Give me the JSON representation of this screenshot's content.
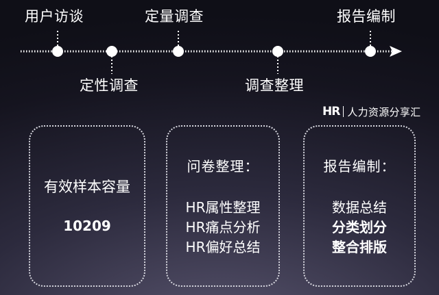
{
  "colors": {
    "line": "#ffffff",
    "node": "#ffffff",
    "border": "#d8d8e0",
    "bg": "#1c1b27"
  },
  "timeline": {
    "stages": [
      {
        "label": "用户访谈",
        "position": "above"
      },
      {
        "label": "定性调查",
        "position": "below"
      },
      {
        "label": "定量调查",
        "position": "above"
      },
      {
        "label": "调查整理",
        "position": "below"
      },
      {
        "label": "报告编制",
        "position": "above"
      }
    ]
  },
  "brand": {
    "logo": "HR",
    "text": "人力资源分享汇"
  },
  "boxes": [
    {
      "lines": [
        "有效样本容量",
        "10209"
      ]
    },
    {
      "lines": [
        "问卷整理：",
        "HR属性整理",
        "HR痛点分析",
        "HR偏好总结"
      ]
    },
    {
      "lines": [
        "报告编制：",
        "数据总结",
        "分类划分",
        "整合排版"
      ]
    }
  ]
}
